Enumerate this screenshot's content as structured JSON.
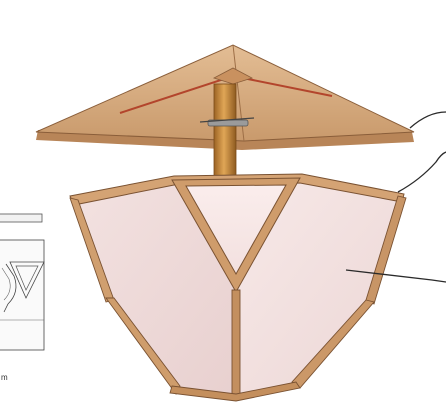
{
  "illustration": {
    "subject": "lamp",
    "parts": [
      "roof-canopy",
      "stem",
      "shade"
    ]
  },
  "inset": {
    "caption": "m"
  },
  "colors": {
    "wood": "#d9ab7e",
    "wood_dark": "#a8784e",
    "wood_edge": "#7a5232",
    "brass": "#c78a3a",
    "paper": "#f6e7e6",
    "paper_shadow": "#e9cfcf",
    "ink": "#333333",
    "background": "#ffffff"
  }
}
